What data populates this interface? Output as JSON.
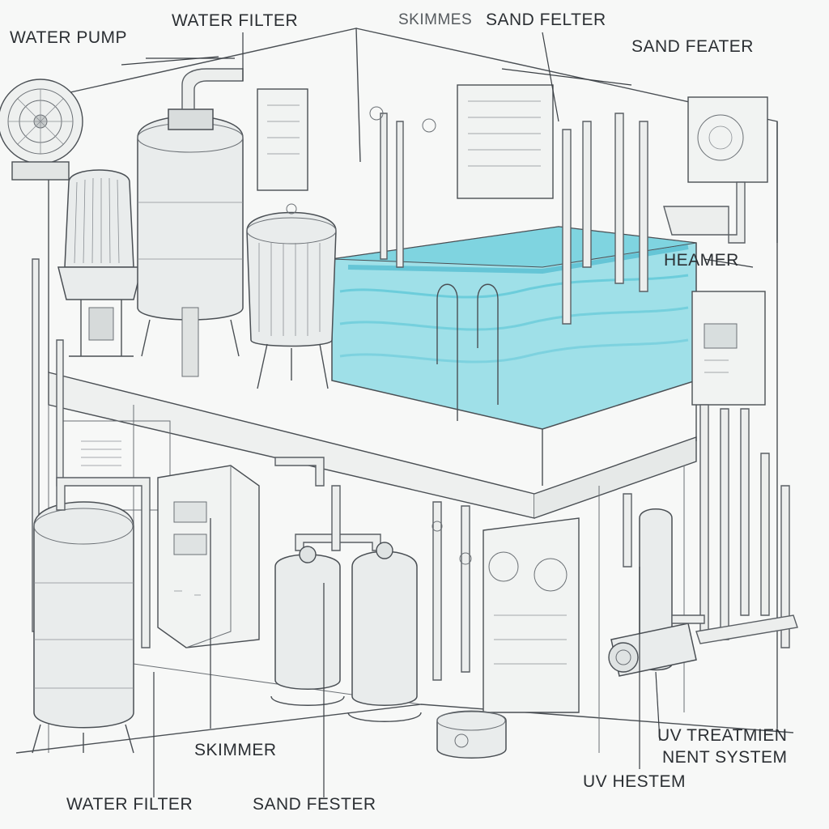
{
  "labels": {
    "water_pump": "WATER PUMP",
    "water_filter_top": "WATER FILTER",
    "skimmer_top": "SKIMMES",
    "sand_felter": "SAND FELTER",
    "sand_feater": "SAND FEATER",
    "heamer": "HEAMER",
    "skimmer_bottom": "SKIMMER",
    "water_filter_bottom": "WATER FILTER",
    "sand_fester": "SAND FESTER",
    "uv_treatment_line1": "UV TREATMIEN",
    "uv_treatment_line2": "NENT SYSTEM",
    "uv_hestem": "UV HESTEM"
  },
  "colors": {
    "water": "#58c6d8",
    "water_light": "#9fe0e8",
    "ink": "#4a4f54",
    "paper": "#f7f8f7"
  }
}
